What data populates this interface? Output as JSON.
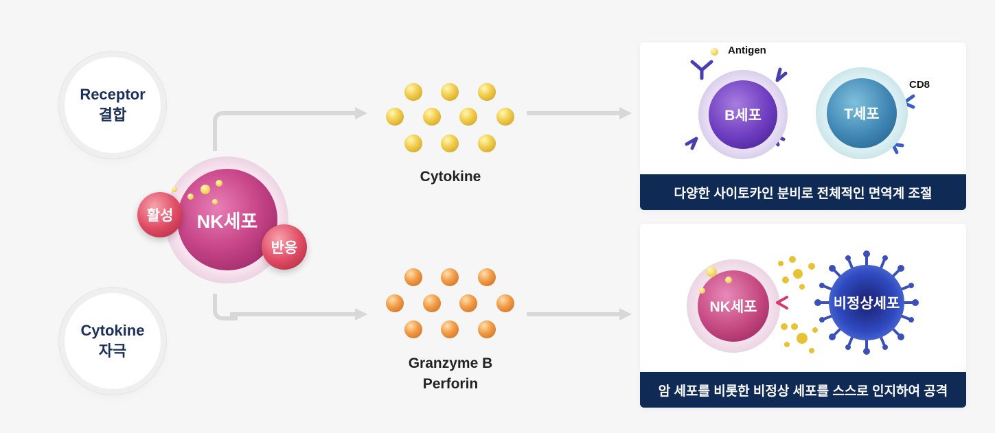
{
  "triggers": [
    {
      "line1": "Receptor",
      "line2": "결합"
    },
    {
      "line1": "Cytokine",
      "line2": "자극"
    }
  ],
  "nk_cell": {
    "label": "NK세포",
    "badge_left": "활성",
    "badge_right": "반응"
  },
  "cytokine": {
    "label": "Cytokine",
    "dot_color": "#f2cc45"
  },
  "granzyme": {
    "line1": "Granzyme B",
    "line2": "Perforin",
    "dot_color": "#f0983f"
  },
  "panel_top": {
    "antigen_label": "Antigen",
    "cd8_label": "CD8",
    "b_cell": "B세포",
    "t_cell": "T세포",
    "caption": "다양한 사이토카인 분비로 전체적인 면역계 조절"
  },
  "panel_bottom": {
    "nk_cell": "NK세포",
    "abnormal_cell": "비정상세포",
    "caption": "암 세포를 비롯한 비정상 세포를 스스로 인지하여 공격"
  },
  "colors": {
    "navy": "#0f2a55",
    "arrow": "#d8d8d8",
    "nk": "#c9478a",
    "badge": "#e14e66"
  }
}
